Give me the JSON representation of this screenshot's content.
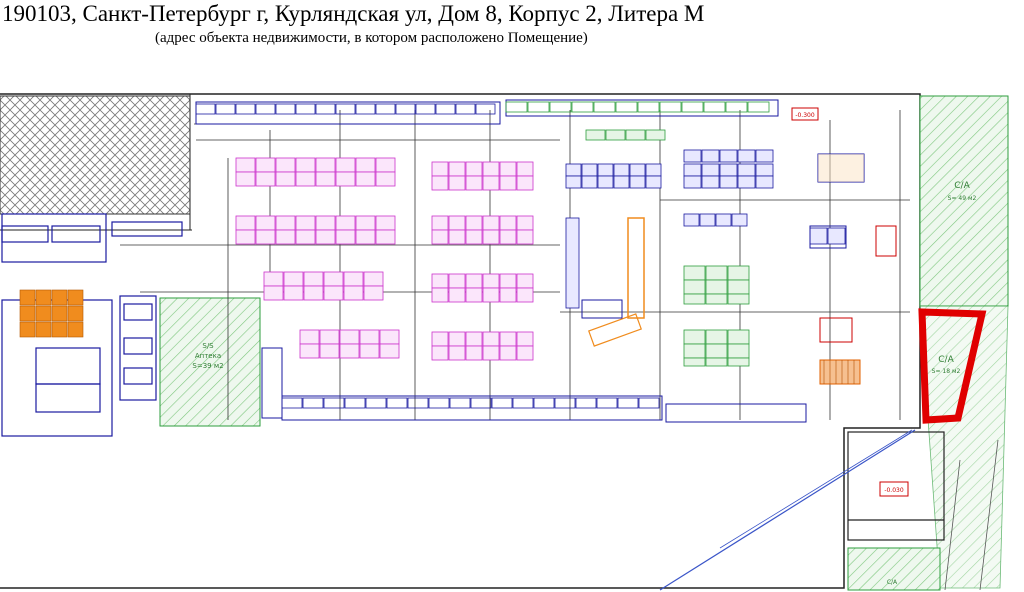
{
  "header": {
    "address": "190103, Санкт-Петербург г, Курляндская ул, Дом 8, Корпус 2, Литера М",
    "caption": "(адрес объекта недвижимости, в котором расположено Помещение)"
  },
  "plan": {
    "rooms": [
      {
        "code": "С/А",
        "area": "S= 49 м2"
      },
      {
        "code": "С/А",
        "area": "S= 18 м2"
      },
      {
        "code": "S/S",
        "name": "Аптека",
        "area": "S=39 м2"
      },
      {
        "code": "С/А",
        "area": ""
      }
    ],
    "elevation_marks": [
      "-0.300",
      "-0.030"
    ],
    "highlight_color": "#e00000",
    "colors": {
      "magenta": "#cc33cc",
      "navy": "#1a1aa0",
      "green": "#2e9e3e",
      "orange": "#f08c1e",
      "hatch": "#6fbf6f",
      "grid": "#333333"
    }
  }
}
